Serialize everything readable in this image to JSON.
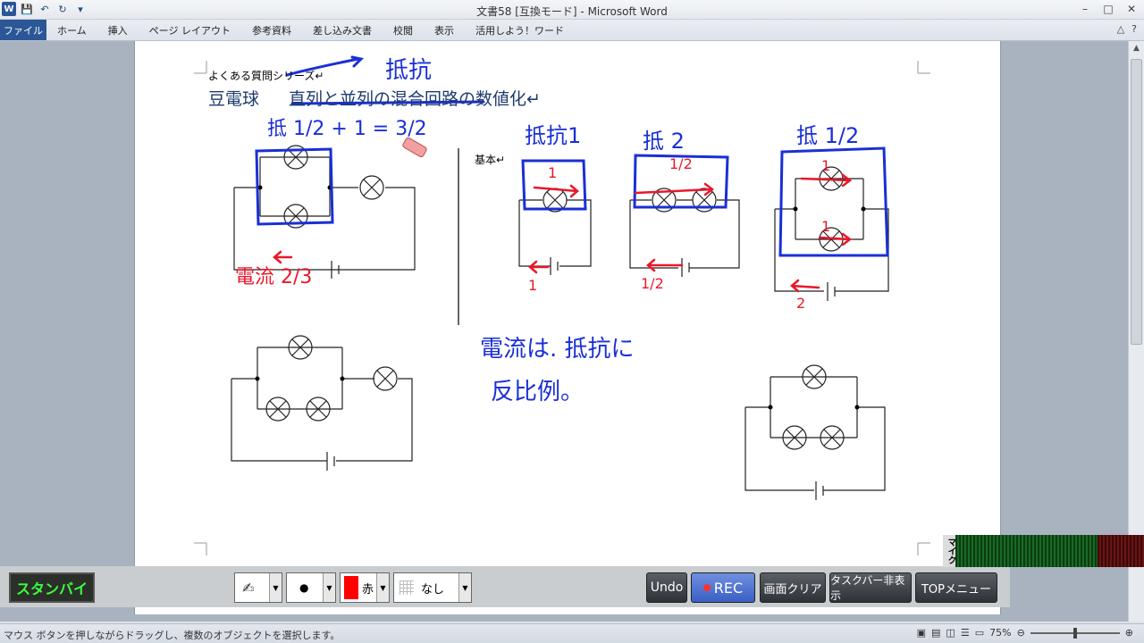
{
  "window": {
    "title": "文書58 [互換モード] - Microsoft Word",
    "minimize": "–",
    "maximize": "□",
    "close": "✕"
  },
  "ribbon": {
    "tabs": [
      "ファイル",
      "ホーム",
      "挿入",
      "ページ レイアウト",
      "参考資料",
      "差し込み文書",
      "校閲",
      "表示",
      "活用しよう！ワード"
    ]
  },
  "document": {
    "series_line": "よくある質問シリーズ↵",
    "title_word": "豆電球",
    "title_main": "直列と並列の混合回路の数値化↵",
    "kihon": "基本↵"
  },
  "handwriting": {
    "top_label": "抵抗",
    "resist_eq": "抵 1/2 + 1 = 3/2",
    "current_label": "電流 2/3",
    "r1_label": "抵抗1",
    "r2_label": "抵 2",
    "rhalf_label": "抵 1/2",
    "rule_line1": "電流は. 抵抗に",
    "rule_line2": "反比例。",
    "current_values": [
      "1",
      "1/2",
      "2"
    ],
    "branch_values": [
      "1",
      "1/2",
      "1",
      "1"
    ]
  },
  "toolbar": {
    "standby_label": "スタンバイ",
    "dot_label": "●",
    "color_label": "赤",
    "grid_label": "なし",
    "undo_label": "Undo",
    "rec_label": "REC",
    "clear_label": "画面クリア",
    "taskbar_label": "タスクバー非表示",
    "top_menu_label": "TOPメニュー",
    "mic_label": "マイク"
  },
  "statusbar": {
    "message": "マウス ボタンを押しながらドラッグし、複数のオブジェクトを選択します。",
    "zoom": "75%"
  },
  "colors": {
    "ink_blue": "#1a2fd6",
    "ink_red": "#e8182a",
    "title_blue": "#1f3b6e"
  }
}
